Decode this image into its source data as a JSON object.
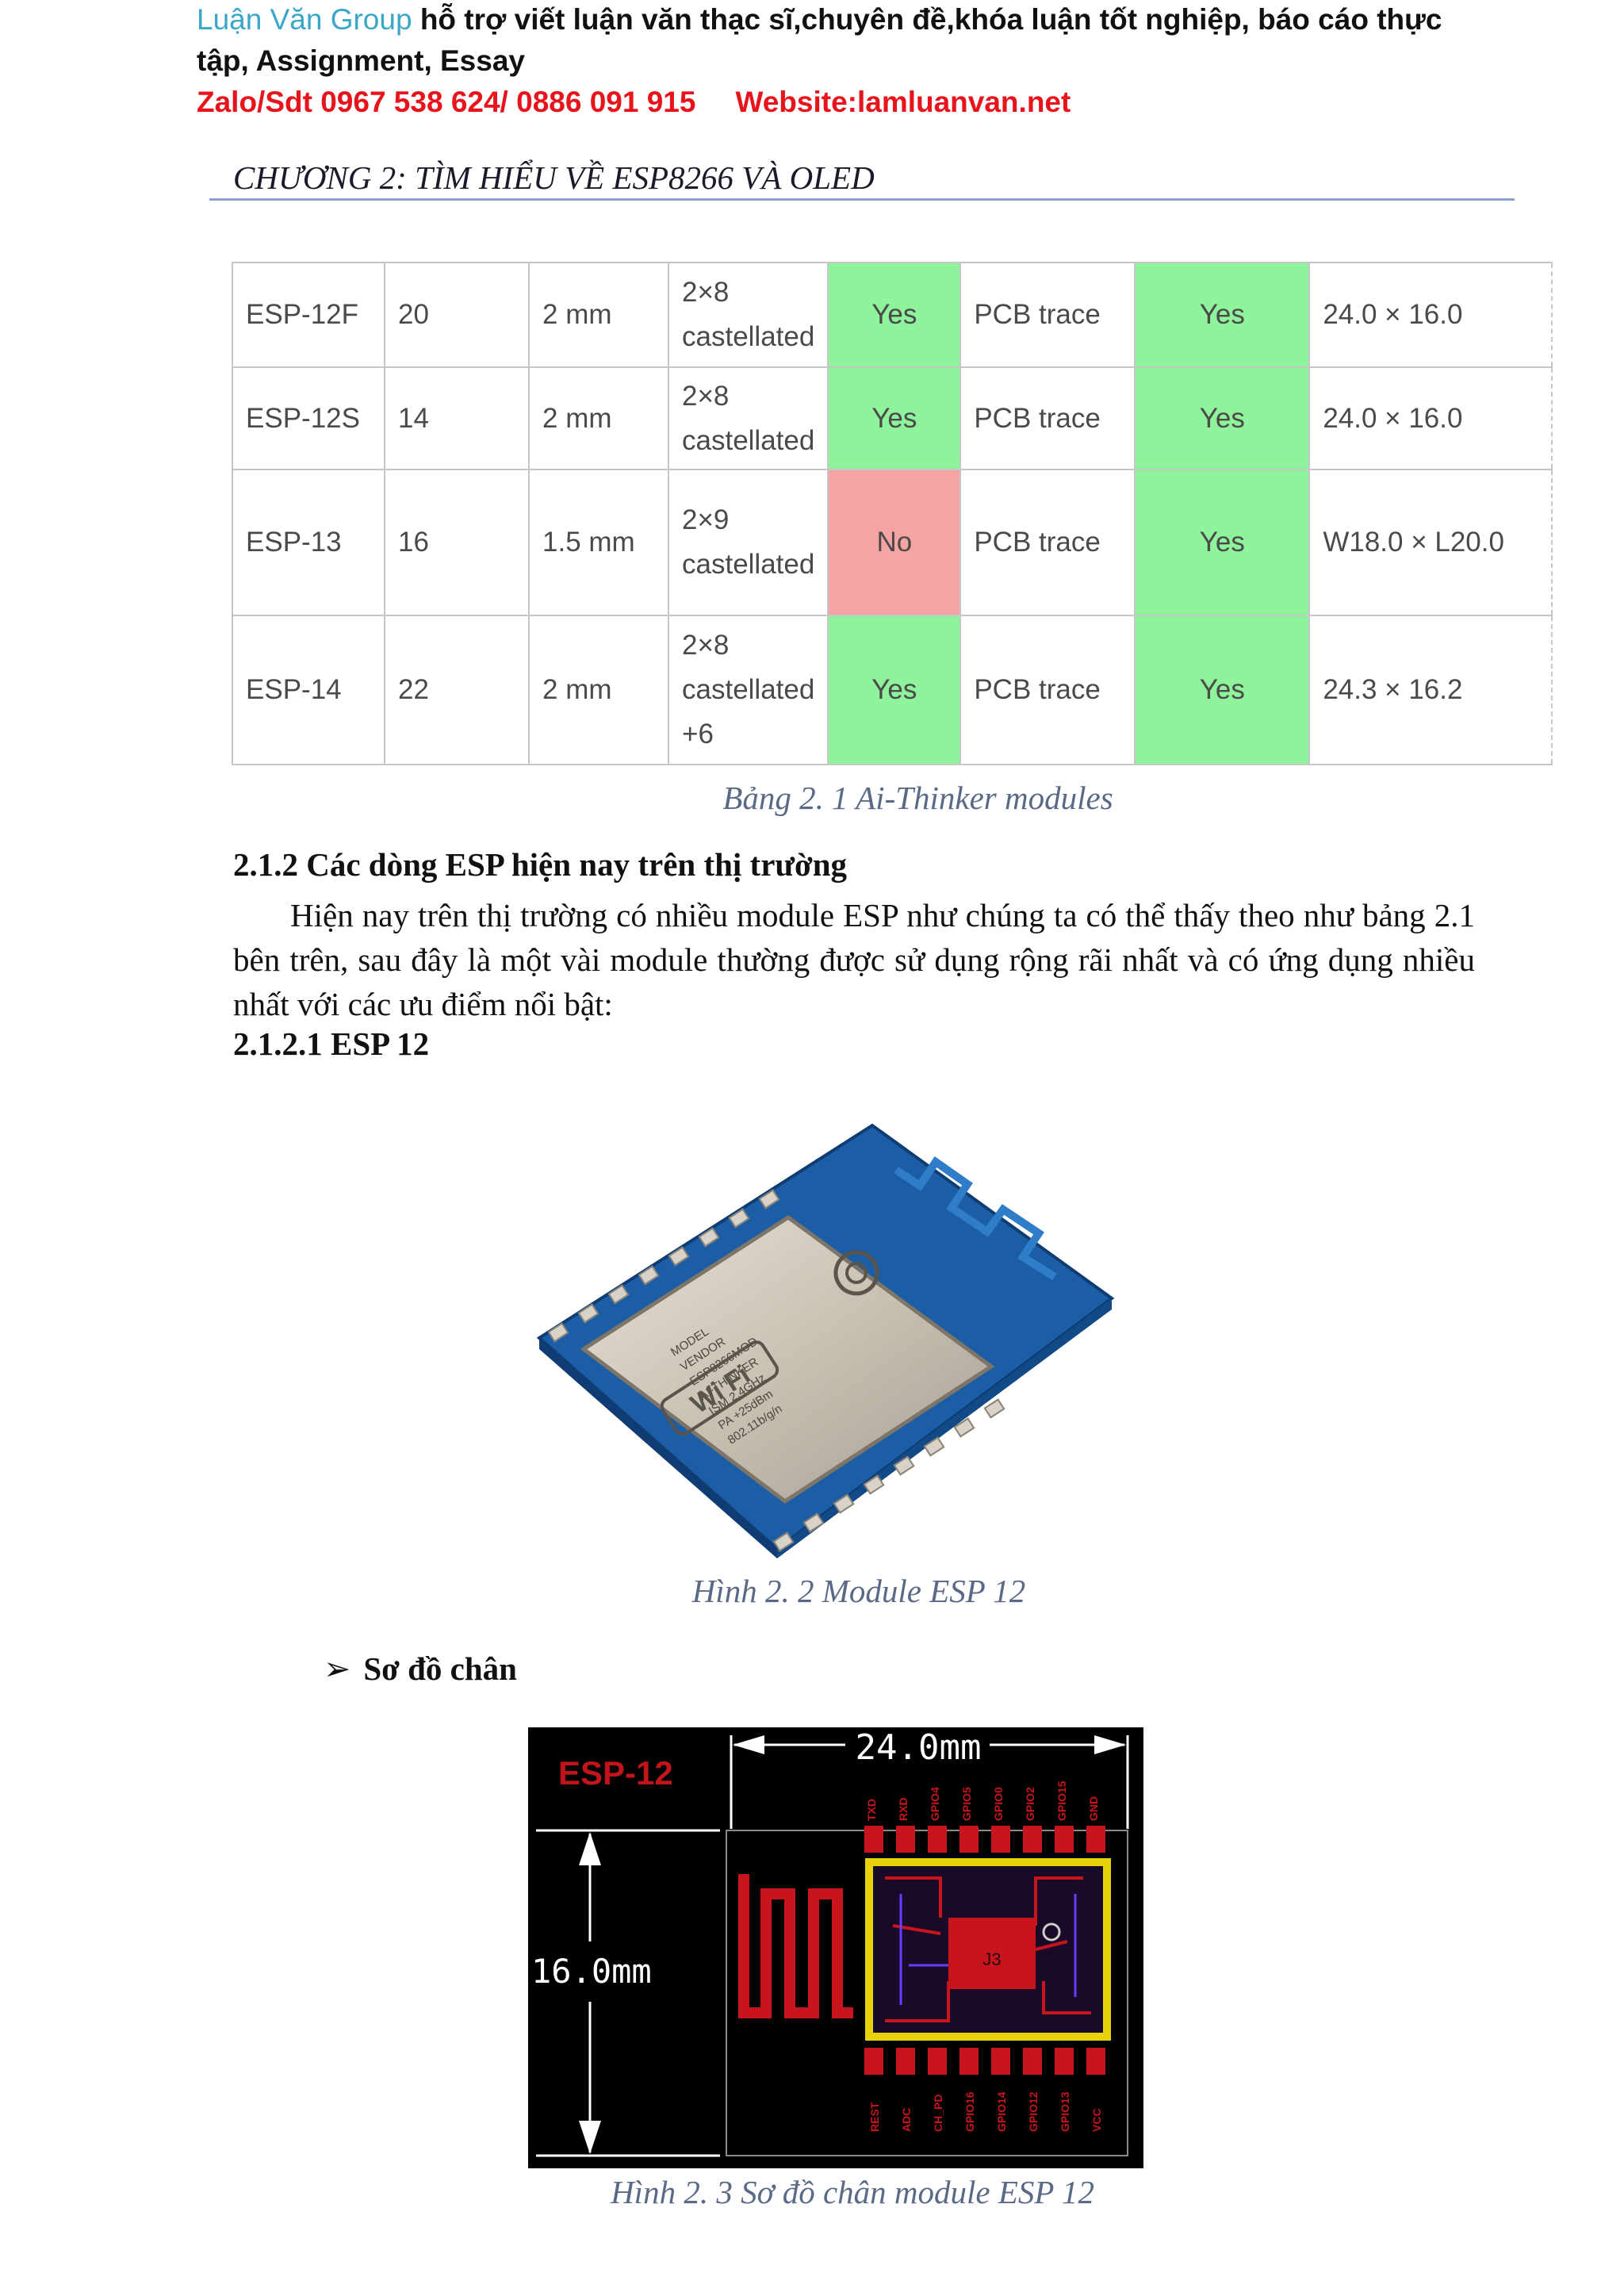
{
  "header": {
    "brand": "Luận Văn Group",
    "line1_rest": " hỗ trợ viết luận văn thạc sĩ,chuyên đề,khóa luận tốt nghiệp, báo cáo thực",
    "line2": "tập, Assignment, Essay",
    "contact": "Zalo/Sdt 0967 538 624/ 0886 091 915",
    "website": "Website:lamluanvan.net"
  },
  "chapter_title": "CHƯƠNG 2: TÌM HIỂU VỀ ESP8266 VÀ OLED",
  "table": {
    "rows": [
      {
        "name": "ESP-12F",
        "pins": "20",
        "pitch": "2 mm",
        "form": [
          "2×8",
          "castellated"
        ],
        "shield": "Yes",
        "antenna": "PCB trace",
        "flash": "Yes",
        "dim": "24.0 × 16.0"
      },
      {
        "name": "ESP-12S",
        "pins": "14",
        "pitch": "2 mm",
        "form": [
          "2×8",
          "castellated"
        ],
        "shield": "Yes",
        "antenna": "PCB trace",
        "flash": "Yes",
        "dim": "24.0 × 16.0"
      },
      {
        "name": "ESP-13",
        "pins": "16",
        "pitch": "1.5 mm",
        "form": [
          "2×9",
          "castellated"
        ],
        "shield": "No",
        "antenna": "PCB trace",
        "flash": "Yes",
        "dim": "W18.0 × L20.0"
      },
      {
        "name": "ESP-14",
        "pins": "22",
        "pitch": "2 mm",
        "form": [
          "2×8",
          "castellated",
          "+6"
        ],
        "shield": "Yes",
        "antenna": "PCB trace",
        "flash": "Yes",
        "dim": "24.3 × 16.2"
      }
    ],
    "caption": "Bảng 2. 1 Ai-Thinker modules"
  },
  "section_heading": "2.1.2 Các dòng ESP hiện nay trên thị trường",
  "paragraph": "Hiện nay trên thị trường có nhiều module ESP như chúng ta có thể thấy theo như bảng 2.1 bên trên, sau đây là một vài module thường được sử dụng rộng rãi nhất và có ứng dụng nhiều nhất với các ưu điểm nổi bật:",
  "subsection_heading": "2.1.2.1 ESP 12",
  "figure1": {
    "caption": "Hình 2. 2 Module ESP 12",
    "shield_text": [
      "MODEL",
      "VENDOR",
      "ESP8266MOD",
      "AI-THINKER",
      "ISM 2.4GHz",
      "PA +25dBm",
      "802.11b/g/n"
    ],
    "wifi_text": "Wi Fi"
  },
  "bullet": {
    "arrow": "➢",
    "label": "Sơ đồ chân"
  },
  "figure2": {
    "caption": "Hình 2. 3 Sơ đồ chân module ESP 12",
    "title": "ESP-12",
    "width_label": "24.0mm",
    "height_label": "16.0mm",
    "chip_label": "J3",
    "top_pins": [
      "TXD",
      "RXD",
      "GPIO4",
      "GPIO5",
      "GPIO0",
      "GPIO2",
      "GPIO15",
      "GND"
    ],
    "bottom_pins": [
      "REST",
      "ADC",
      "CH_PD",
      "GPIO16",
      "GPIO14",
      "GPIO12",
      "GPIO13",
      "VCC"
    ]
  }
}
